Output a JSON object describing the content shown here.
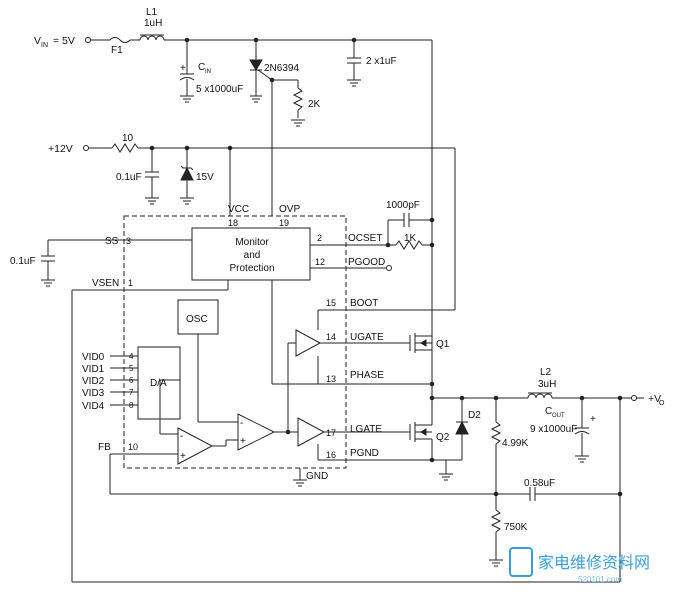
{
  "inputs": {
    "vin_label": "V",
    "vin_sub": "IN",
    "vin_value": "= 5V",
    "v12_label": "+12V",
    "vo_label": "+V",
    "vo_sub": "O"
  },
  "components": {
    "l1_name": "L1",
    "l1_value": "1uH",
    "f1": "F1",
    "cin_name": "C",
    "cin_sub": "IN",
    "cin_plus": "+",
    "cin_value": "5 x1000uF",
    "scr": "2N6394",
    "r2k": "2K",
    "c2x1": "2 x1uF",
    "r10": "10",
    "c01": "0.1uF",
    "z15": "15V",
    "c1000p": "1000pF",
    "r1k": "1K",
    "c_ss": "0.1uF",
    "l2_name": "L2",
    "l2_value": "3uH",
    "cout_name": "C",
    "cout_sub": "OUT",
    "cout_plus": "+",
    "cout_value": "9 x1000uF",
    "r499": "4.99K",
    "d2": "D2",
    "c058": "0.58uF",
    "r750": "750K",
    "q1": "Q1",
    "q2": "Q2"
  },
  "chip": {
    "monitor_l1": "Monitor",
    "monitor_l2": "and",
    "monitor_l3": "Protection",
    "osc": "OSC",
    "da": "D/A",
    "gnd": "GND",
    "op_minus_1": "-",
    "op_plus_1": "+",
    "op_minus_2": "-",
    "op_plus_2": "+"
  },
  "pins": {
    "vcc": "VCC",
    "vcc_n": "18",
    "ovp": "OVP",
    "ovp_n": "19",
    "ss": "SS",
    "ss_n": "3",
    "vsen": "VSEN",
    "vsen_n": "1",
    "ocset": "OCSET",
    "ocset_n": "2",
    "pgood": "PGOOD",
    "pgood_n": "12",
    "boot": "BOOT",
    "boot_n": "15",
    "ugate": "UGATE",
    "ugate_n": "14",
    "phase": "PHASE",
    "phase_n": "13",
    "lgate": "LGATE",
    "lgate_n": "17",
    "pgnd": "PGND",
    "pgnd_n": "16",
    "fb": "FB",
    "fb_n": "10",
    "vid0": "VID0",
    "vid0_n": "4",
    "vid1": "VID1",
    "vid1_n": "5",
    "vid2": "VID2",
    "vid2_n": "6",
    "vid3": "VID3",
    "vid3_n": "7",
    "vid4": "VID4",
    "vid4_n": "8"
  },
  "watermark": {
    "cn": "家电维修资料网",
    "url": "520101.com"
  }
}
